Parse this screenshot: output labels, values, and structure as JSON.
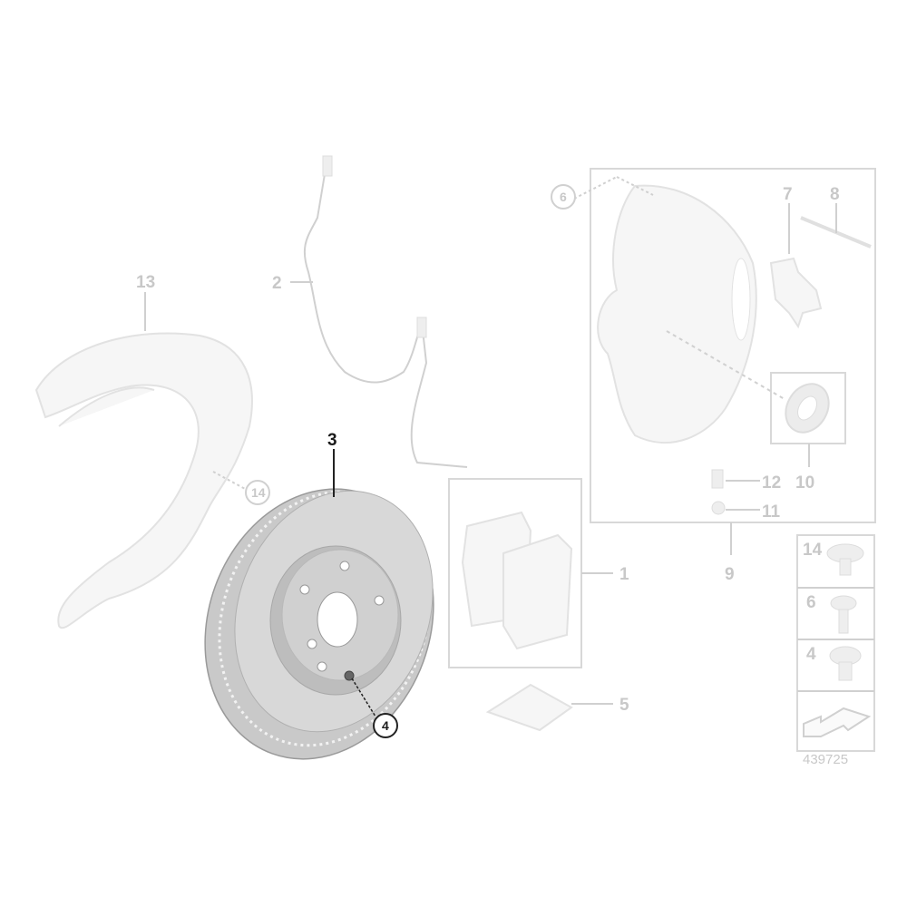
{
  "diagram": {
    "reference_number": "439725",
    "highlight_color": "#1a1a1a",
    "faded_color": "#c8c8c8",
    "labels": {
      "wheel_arch_shield": "13",
      "wear_sensor": "2",
      "brake_disc": "3",
      "shield_bolt_callout": "14",
      "disc_screw_callout": "4",
      "brake_pads": "1",
      "grease": "5",
      "caliper_bolt_callout": "6",
      "spring": "7",
      "pin": "8",
      "bleeder_valve": "12",
      "seal_ring": "10",
      "cap": "11",
      "caliper": "9"
    },
    "hardware_legend": [
      {
        "label": "14"
      },
      {
        "label": "6"
      },
      {
        "label": "4"
      }
    ]
  }
}
